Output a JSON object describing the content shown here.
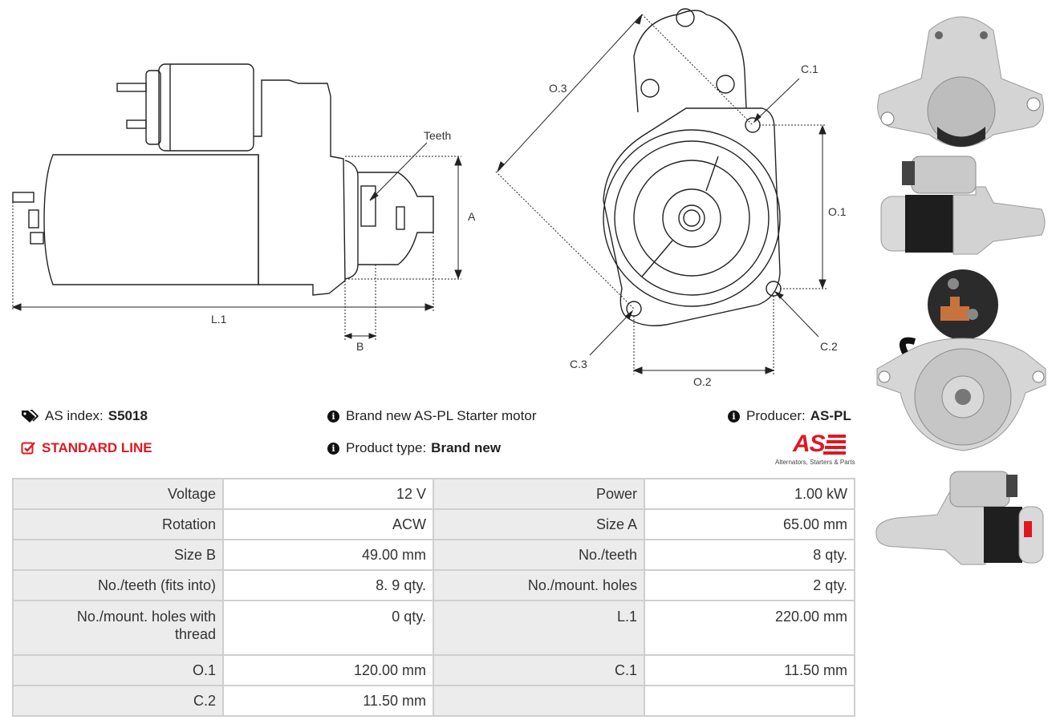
{
  "drawing": {
    "side_labels": {
      "teeth": "Teeth",
      "a": "A",
      "l1": "L.1",
      "b": "B"
    },
    "front_labels": {
      "o3": "O.3",
      "c1": "C.1",
      "o1": "O.1",
      "c2": "C.2",
      "c3": "C.3",
      "o2": "O.2"
    }
  },
  "info": {
    "as_index_label": "AS index:",
    "as_index_value": "S5018",
    "standard_line": "STANDARD LINE",
    "description": "Brand new AS-PL Starter motor",
    "product_type_label": "Product type:",
    "product_type_value": "Brand new",
    "producer_label": "Producer:",
    "producer_value": "AS-PL",
    "logo_text": "AS",
    "logo_tagline": "Alternators, Starters & Parts"
  },
  "icons": {
    "tag": "tags-icon",
    "check": "check-square-icon",
    "info": "info-circle-icon"
  },
  "colors": {
    "accent": "#e0171f",
    "key_bg": "#ececec",
    "border": "#cfcfcf"
  },
  "specs": [
    {
      "k1": "Voltage",
      "v1": "12 V",
      "k2": "Power",
      "v2": "1.00 kW"
    },
    {
      "k1": "Rotation",
      "v1": "ACW",
      "k2": "Size A",
      "v2": "65.00 mm"
    },
    {
      "k1": "Size B",
      "v1": "49.00 mm",
      "k2": "No./teeth",
      "v2": "8 qty."
    },
    {
      "k1": "No./teeth (fits into)",
      "v1": "8. 9 qty.",
      "k2": "No./mount. holes",
      "v2": "2 qty."
    },
    {
      "k1": "No./mount. holes with thread",
      "v1": "0 qty.",
      "k2": "L.1",
      "v2": "220.00 mm"
    },
    {
      "k1": "O.1",
      "v1": "120.00 mm",
      "k2": "C.1",
      "v2": "11.50 mm"
    },
    {
      "k1": "C.2",
      "v1": "11.50 mm",
      "k2": "",
      "v2": ""
    }
  ]
}
